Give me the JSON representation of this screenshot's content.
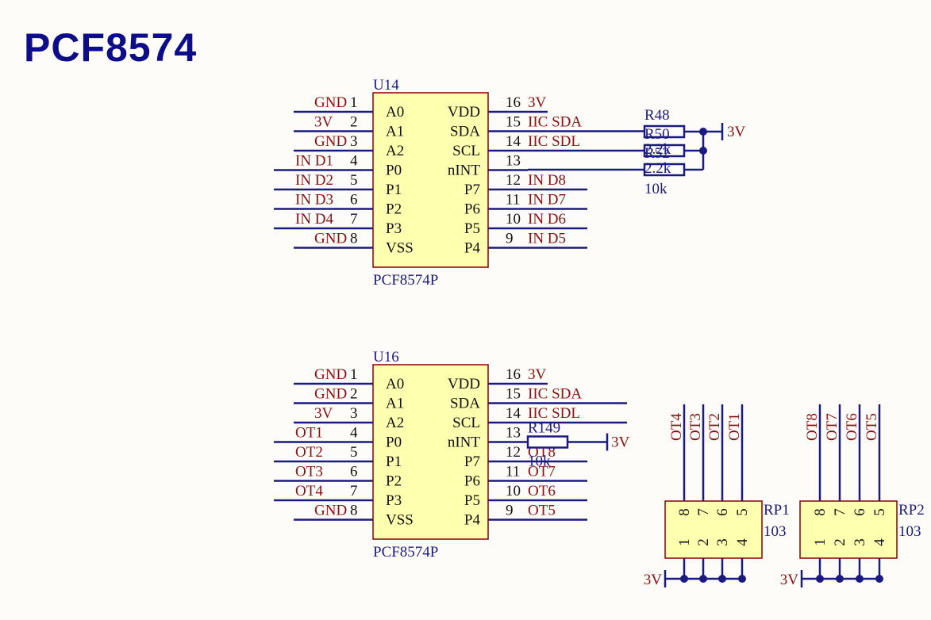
{
  "title": "PCF8574",
  "power_net": "3V",
  "chips": [
    {
      "designator": "U14",
      "part": "PCF8574P",
      "left_pins": [
        {
          "num": "1",
          "name": "A0",
          "net": "GND"
        },
        {
          "num": "2",
          "name": "A1",
          "net": "3V"
        },
        {
          "num": "3",
          "name": "A2",
          "net": "GND"
        },
        {
          "num": "4",
          "name": "P0",
          "net": "IN_D1"
        },
        {
          "num": "5",
          "name": "P1",
          "net": "IN_D2"
        },
        {
          "num": "6",
          "name": "P2",
          "net": "IN_D3"
        },
        {
          "num": "7",
          "name": "P3",
          "net": "IN_D4"
        },
        {
          "num": "8",
          "name": "VSS",
          "net": "GND"
        }
      ],
      "right_pins": [
        {
          "num": "16",
          "name": "VDD",
          "net": "3V"
        },
        {
          "num": "15",
          "name": "SDA",
          "net": "IIC_SDA"
        },
        {
          "num": "14",
          "name": "SCL",
          "net": "IIC_SDL"
        },
        {
          "num": "13",
          "name": "nINT",
          "net": ""
        },
        {
          "num": "12",
          "name": "P7",
          "net": "IN_D8"
        },
        {
          "num": "11",
          "name": "P6",
          "net": "IN_D7"
        },
        {
          "num": "10",
          "name": "P5",
          "net": "IN_D6"
        },
        {
          "num": "9",
          "name": "P4",
          "net": "IN_D5"
        }
      ]
    },
    {
      "designator": "U16",
      "part": "PCF8574P",
      "left_pins": [
        {
          "num": "1",
          "name": "A0",
          "net": "GND"
        },
        {
          "num": "2",
          "name": "A1",
          "net": "GND"
        },
        {
          "num": "3",
          "name": "A2",
          "net": "3V"
        },
        {
          "num": "4",
          "name": "P0",
          "net": "OT1"
        },
        {
          "num": "5",
          "name": "P1",
          "net": "OT2"
        },
        {
          "num": "6",
          "name": "P2",
          "net": "OT3"
        },
        {
          "num": "7",
          "name": "P3",
          "net": "OT4"
        },
        {
          "num": "8",
          "name": "VSS",
          "net": "GND"
        }
      ],
      "right_pins": [
        {
          "num": "16",
          "name": "VDD",
          "net": "3V"
        },
        {
          "num": "15",
          "name": "SDA",
          "net": "IIC_SDA"
        },
        {
          "num": "14",
          "name": "SCL",
          "net": "IIC_SDL"
        },
        {
          "num": "13",
          "name": "nINT",
          "net": ""
        },
        {
          "num": "12",
          "name": "P7",
          "net": "OT8"
        },
        {
          "num": "11",
          "name": "P6",
          "net": "OT7"
        },
        {
          "num": "10",
          "name": "P5",
          "net": "OT6"
        },
        {
          "num": "9",
          "name": "P4",
          "net": "OT5"
        }
      ]
    }
  ],
  "resistors": [
    {
      "designator": "R48",
      "value": "2.2k"
    },
    {
      "designator": "R50",
      "value": "2.2k"
    },
    {
      "designator": "R52",
      "value": "10k"
    },
    {
      "designator": "R149",
      "value": "10k"
    }
  ],
  "resistor_packs": [
    {
      "designator": "RP1",
      "value": "103",
      "top_pins": [
        "8",
        "7",
        "6",
        "5"
      ],
      "bottom_pins": [
        "1",
        "2",
        "3",
        "4"
      ],
      "nets": [
        "OT4",
        "OT3",
        "OT2",
        "OT1"
      ]
    },
    {
      "designator": "RP2",
      "value": "103",
      "top_pins": [
        "8",
        "7",
        "6",
        "5"
      ],
      "bottom_pins": [
        "1",
        "2",
        "3",
        "4"
      ],
      "nets": [
        "OT8",
        "OT7",
        "OT6",
        "OT5"
      ]
    }
  ]
}
